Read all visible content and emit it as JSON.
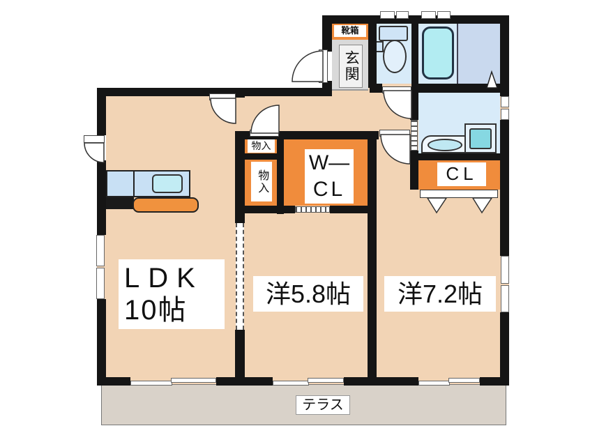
{
  "rooms": {
    "ldk": {
      "name": "LDK",
      "size": "10帖"
    },
    "western_5_8": {
      "label": "洋5.8帖"
    },
    "western_7_2": {
      "label": "洋7.2帖"
    }
  },
  "areas": {
    "terrace": {
      "label": "テラス"
    },
    "entrance": {
      "label": "玄関"
    },
    "shoe_box": {
      "label": "靴箱"
    },
    "storage_upper": {
      "label": "物入"
    },
    "storage_lower": {
      "label": "物入"
    },
    "walk_in_closet": {
      "line1": "W—",
      "line2": "CL"
    },
    "closet": {
      "label": "CL"
    }
  },
  "colors": {
    "floor": "#f2d4b5",
    "accent_orange": "#f08c3c",
    "water_blue": "#d8ebf9",
    "bath_right_blue": "#c9d9ee",
    "tub_cyan": "#b2ecf2",
    "appliance_teal": "#86d8e2",
    "terrace_gray": "#d9d2c9",
    "wall": "#151515"
  }
}
